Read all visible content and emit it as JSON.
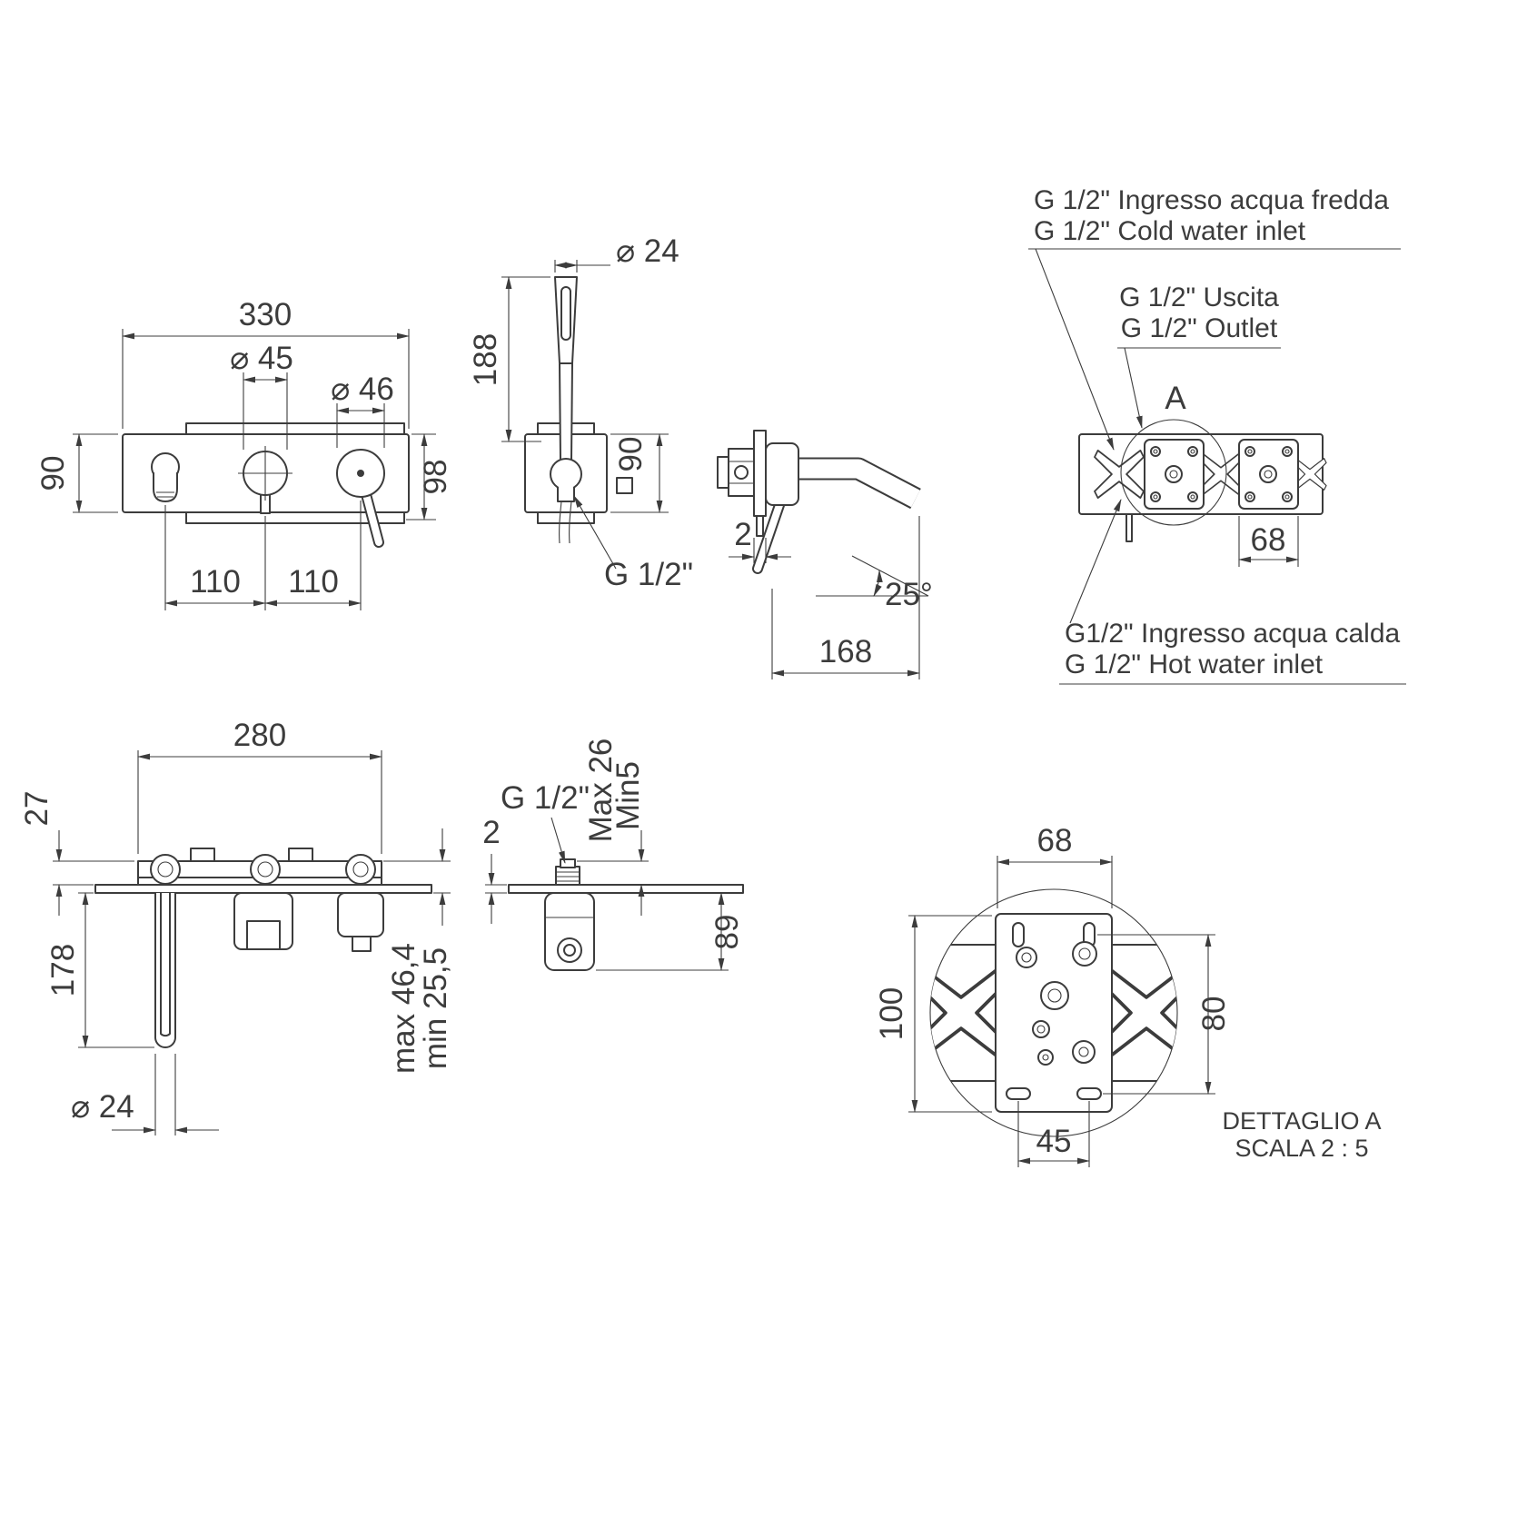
{
  "colors": {
    "cold": "#2ba3df",
    "hot": "#e9251c",
    "line": "#3c3c3c"
  },
  "front_view": {
    "dim_width": "330",
    "dim_center_knob": "⌀ 45",
    "dim_right_knob": "⌀ 46",
    "dim_plate_height": "90",
    "dim_body_height": "98",
    "dim_pitch_left": "110",
    "dim_pitch_right": "110"
  },
  "handshower_view": {
    "dim_diameter": "⌀ 24",
    "dim_length": "188",
    "dim_plate": "90",
    "thread_label": "G 1/2\""
  },
  "spout_view": {
    "dim_plate_thickness": "2",
    "dim_angle": "25°",
    "dim_reach": "168"
  },
  "rear_view": {
    "detail_marker": "A",
    "dim_block_width": "68",
    "cold_label_it": "G 1/2\" Ingresso acqua fredda",
    "cold_label_en": "G 1/2\" Cold water inlet",
    "outlet_label_it": "G 1/2\" Uscita",
    "outlet_label_en": "G 1/2\" Outlet",
    "hot_label_it": "G1/2\" Ingresso acqua calda",
    "hot_label_en": "G 1/2\" Hot water inlet"
  },
  "plan_view": {
    "dim_body_width": "280",
    "dim_body_depth": "27",
    "dim_spout_length": "178",
    "dim_spout_diameter": "⌀ 24",
    "dim_wall_max": "max 46,4",
    "dim_wall_min": "min 25,5"
  },
  "section_view": {
    "thread_label": "G 1/2\"",
    "dim_plate_thickness": "2",
    "dim_protrusion_max": "Max 26",
    "dim_protrusion_min": "Min5",
    "dim_body_depth": "89"
  },
  "detail_view": {
    "dim_width": "68",
    "dim_height": "100",
    "dim_hole_pitch_v": "80",
    "dim_slot_pitch": "45",
    "caption_line1": "DETTAGLIO A",
    "caption_line2": "SCALA 2 : 5"
  }
}
